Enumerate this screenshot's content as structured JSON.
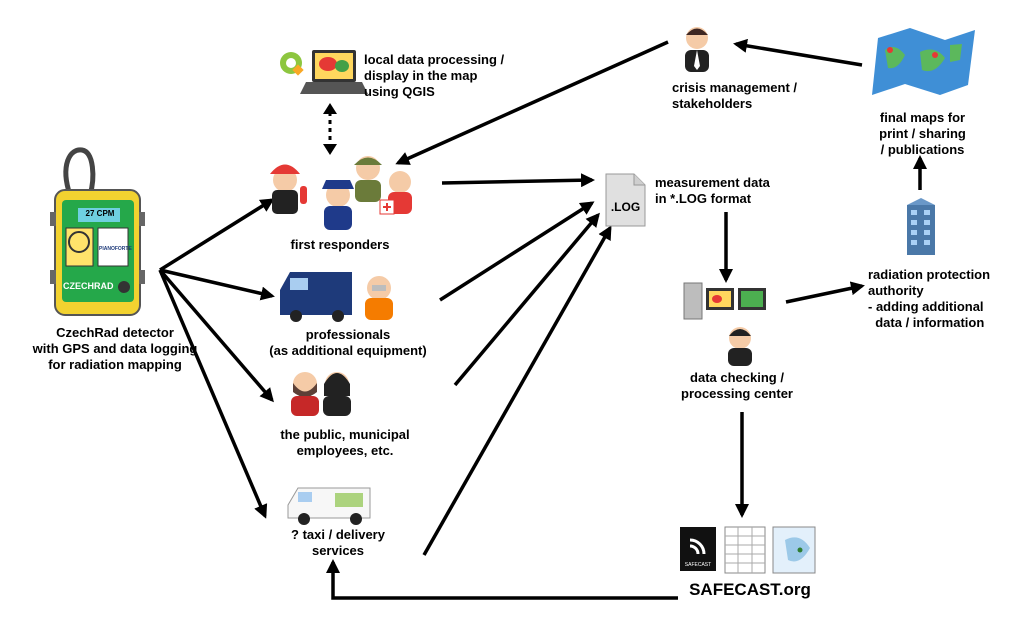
{
  "labels": {
    "detector": "CzechRad detector\nwith GPS and data logging\nfor radiation mapping",
    "qgis": "local data processing /\ndisplay in the map\nusing QGIS",
    "first_responders": "first responders",
    "professionals": "professionals\n(as additional equipment)",
    "public": "the public, municipal\nemployees, etc.",
    "taxi": "? taxi / delivery\nservices",
    "log_data": "measurement data\nin *.LOG format",
    "crisis": "crisis management /\nstakeholders",
    "final_maps": "final maps for\nprint / sharing\n/ publications",
    "radiation_authority": "radiation protection\nauthority\n- adding additional\n  data / information",
    "data_center": "data checking /\nprocessing center",
    "safecast": "SAFECAST.org"
  },
  "device": {
    "cpm": "27 CPM",
    "brand": "CZECHRAD",
    "sponsor": "PIANOFORTE"
  },
  "log_file": ".LOG",
  "safecast_logo_text": "SAFECAST",
  "colors": {
    "arrow": "#000000",
    "device_body": "#f2d230",
    "device_screen": "#25a84a",
    "van_blue": "#1e3a7a",
    "safecast_dark": "#111111"
  }
}
